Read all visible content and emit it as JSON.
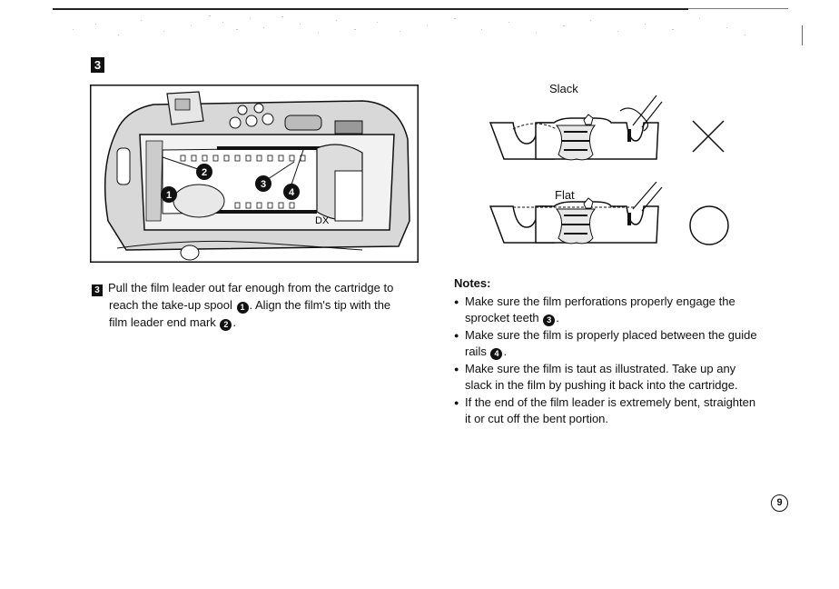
{
  "step": {
    "number": "3",
    "instruction_part1": "Pull the film leader out far enough from the cartridge to",
    "instruction_part2": "reach the take-up spool",
    "instruction_part3": ". Align the film's tip with the",
    "instruction_part4": "film leader end mark",
    "instruction_end": "."
  },
  "markers": {
    "m1": "1",
    "m2": "2",
    "m3": "3",
    "m4": "4"
  },
  "camera_figure": {
    "dx_label": "DX"
  },
  "diagram": {
    "slack_label": "Slack",
    "flat_label": "Flat"
  },
  "notes": {
    "title": "Notes:",
    "items": [
      {
        "line1": "Make sure the film perforations properly engage the",
        "line2": "sprocket teeth",
        "marker": "3",
        "end": "."
      },
      {
        "line1": "Make sure the film is properly placed between the guide",
        "line2": "rails",
        "marker": "4",
        "end": "."
      },
      {
        "line1": "Make sure the film is taut as illustrated. Take up any",
        "line2": "slack in the film by pushing it back into the cartridge."
      },
      {
        "line1": "If the end of the film leader is extremely bent, straighten",
        "line2": "it or cut off the bent portion."
      }
    ]
  },
  "page_number": "9"
}
